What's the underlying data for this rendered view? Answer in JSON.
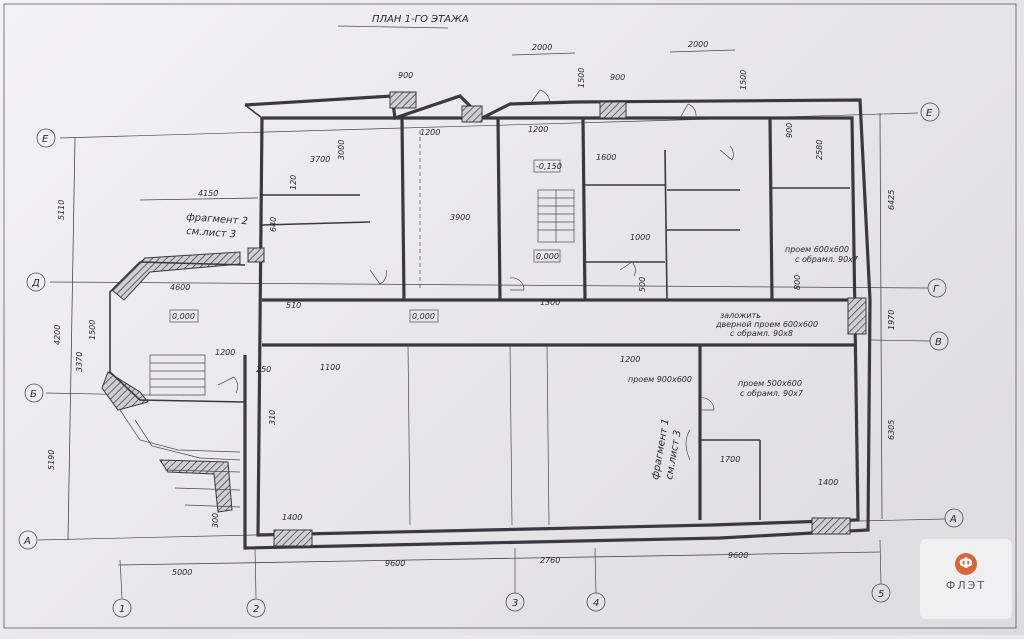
{
  "title": "ПЛАН 1-ГО ЭТАЖА",
  "axes_rows": [
    "Е",
    "Д",
    "Г",
    "В",
    "Б",
    "А"
  ],
  "axes_cols": [
    "1",
    "2",
    "3",
    "4",
    "5"
  ],
  "fragments": {
    "f2_line1": "фрагмент 2",
    "f2_line2": "см.лист 3",
    "f1_line1": "фрагмент 1",
    "f1_line2": "см.лист 3"
  },
  "levels": {
    "stair_level": "-0,150",
    "hall_level": "0,000",
    "corr_level": "0,000",
    "left_level": "0,000"
  },
  "notes": {
    "note1": "проем 600х600",
    "note1b": "с обрамл. 90х7",
    "note2": "заложить",
    "note2b": "дверной проем 600х600",
    "note2c": "с обрамл. 90х8",
    "note3": "проем 900х600",
    "note4": "проем 500х600",
    "note4b": "с обрамл. 90х7"
  },
  "dims": {
    "bottom_5000": "5000",
    "bottom_9600a": "9600",
    "bottom_2760": "2760",
    "bottom_9600b": "9600",
    "top_2000a": "2000",
    "top_2000b": "2000",
    "top_900a": "900",
    "top_900b": "900",
    "top_1500a": "1500",
    "top_1500b": "1500",
    "left_5110": "5110",
    "left_4200": "4200",
    "left_5190": "5190",
    "right_6425": "6425",
    "right_1970": "1970",
    "right_6305": "6305",
    "d4150": "4150",
    "d4600": "4600",
    "d3700": "3700",
    "d3000": "3000",
    "d3900": "3900",
    "d1200a": "1200",
    "d1200b": "1200",
    "d1200c": "1200",
    "d1200d": "1200",
    "d1300": "1300",
    "d1100": "1100",
    "d1400a": "1400",
    "d1400b": "1400",
    "d1700": "1700",
    "d1600": "1600",
    "d1000": "1000",
    "d900": "900",
    "d120": "120",
    "d640": "640",
    "d510": "510",
    "d250": "250",
    "d3370": "3370",
    "d1500": "1500",
    "d310": "310",
    "d300": "300",
    "d2580": "2580",
    "d800": "800",
    "d500": "500"
  },
  "watermark": {
    "logo": "Ф",
    "text": "ФЛЭТ"
  },
  "colors": {
    "paper": "#ecebee",
    "ink": "#3a3940",
    "accent": "#d8663b"
  }
}
